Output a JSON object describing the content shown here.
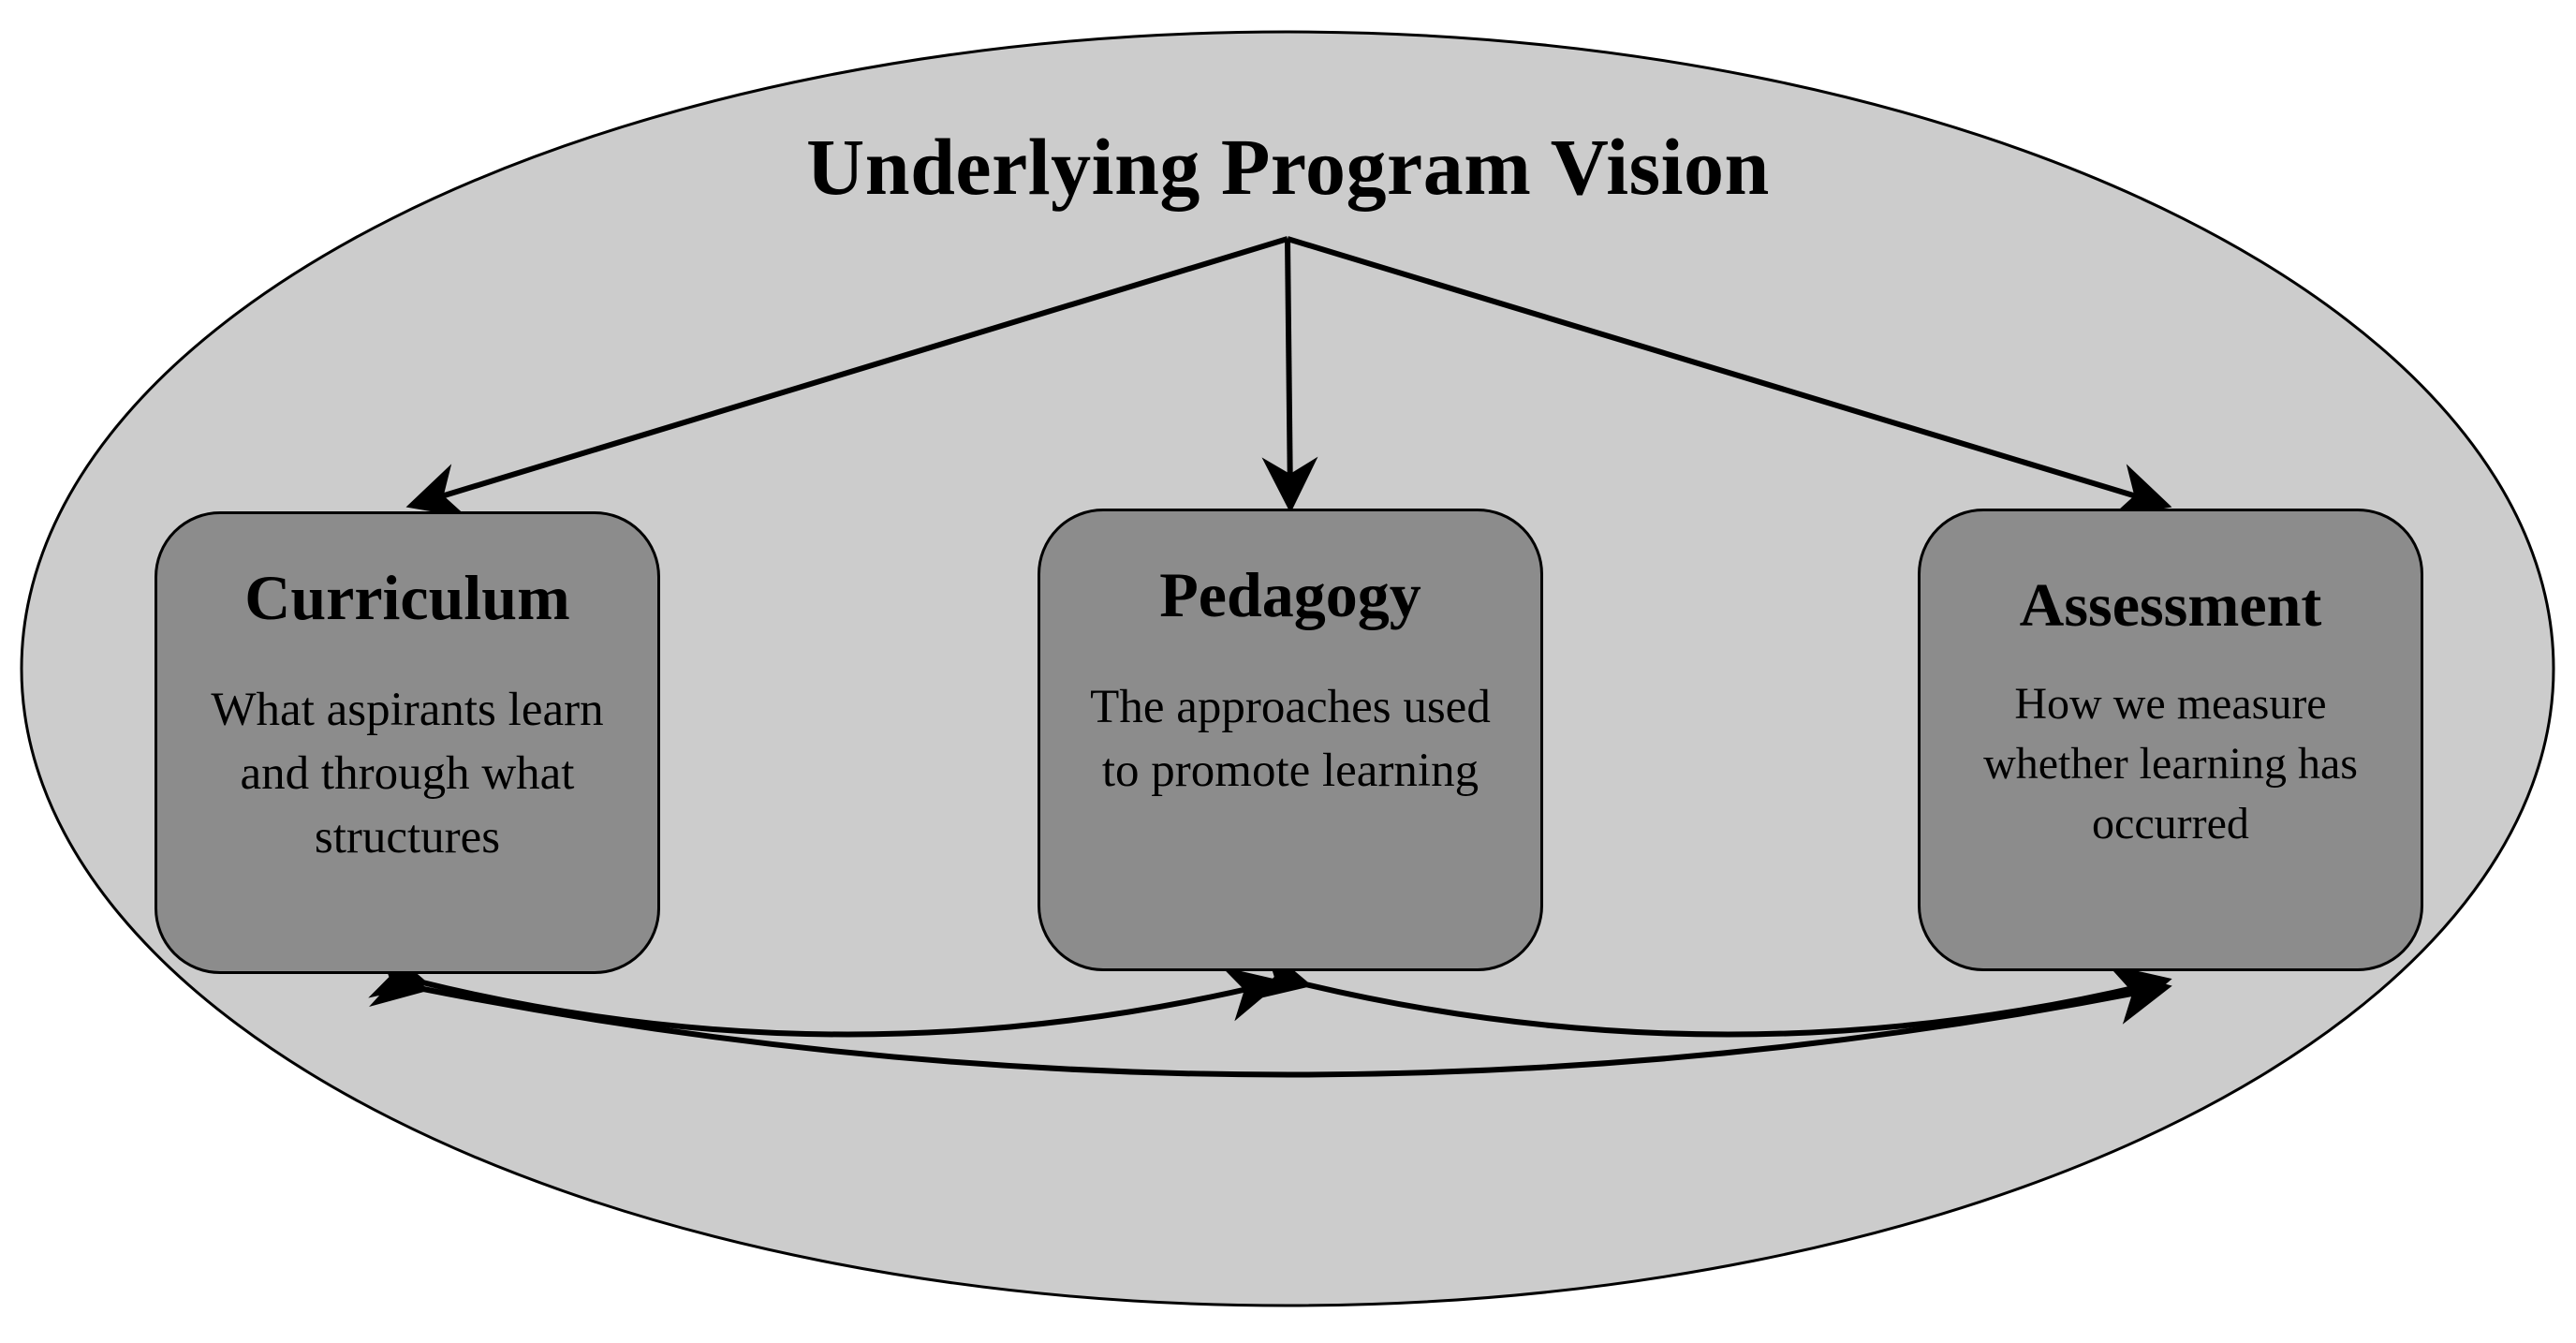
{
  "diagram": {
    "title": "Underlying Program Vision",
    "boxes": [
      {
        "title": "Curriculum",
        "description": "What aspirants learn and through what structures"
      },
      {
        "title": "Pedagogy",
        "description": "The approaches used to promote learning"
      },
      {
        "title": "Assessment",
        "description": "How we measure whether learning has occurred"
      }
    ],
    "colors": {
      "ellipse_fill": "#cccccc",
      "box_fill": "#8c8c8c",
      "stroke": "#000000"
    }
  }
}
